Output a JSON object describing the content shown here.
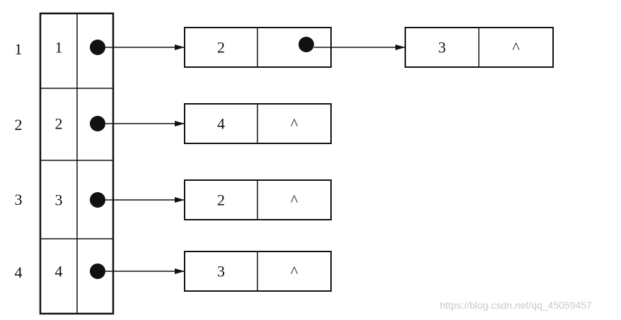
{
  "rows": [
    {
      "index": "1",
      "vertex": "1",
      "nodes": [
        {
          "value": "2",
          "next": ""
        },
        {
          "value": "3",
          "next": "^"
        }
      ]
    },
    {
      "index": "2",
      "vertex": "2",
      "nodes": [
        {
          "value": "4",
          "next": "^"
        }
      ]
    },
    {
      "index": "3",
      "vertex": "3",
      "nodes": [
        {
          "value": "2",
          "next": "^"
        }
      ]
    },
    {
      "index": "4",
      "vertex": "4",
      "nodes": [
        {
          "value": "3",
          "next": "^"
        }
      ]
    }
  ],
  "watermark": "https://blog.csdn.net/qq_45059457"
}
